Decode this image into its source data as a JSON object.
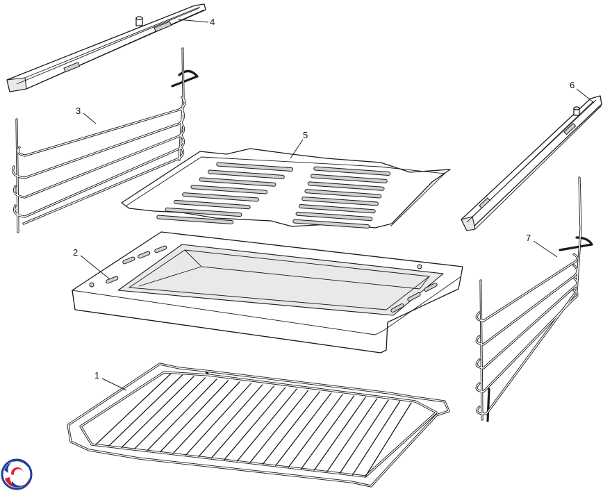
{
  "callouts": [
    {
      "id": "1",
      "text": "1"
    },
    {
      "id": "2",
      "text": "2"
    },
    {
      "id": "3",
      "text": "3"
    },
    {
      "id": "4",
      "text": "4"
    },
    {
      "id": "5",
      "text": "5"
    },
    {
      "id": "6",
      "text": "6"
    },
    {
      "id": "7",
      "text": "7"
    }
  ],
  "logo": {
    "icon": "brand-swirl-logo",
    "colors": [
      "#1f3fa0",
      "#d9232e"
    ]
  },
  "colors": {
    "line": "#1a1a1a",
    "background": "#ffffff"
  }
}
